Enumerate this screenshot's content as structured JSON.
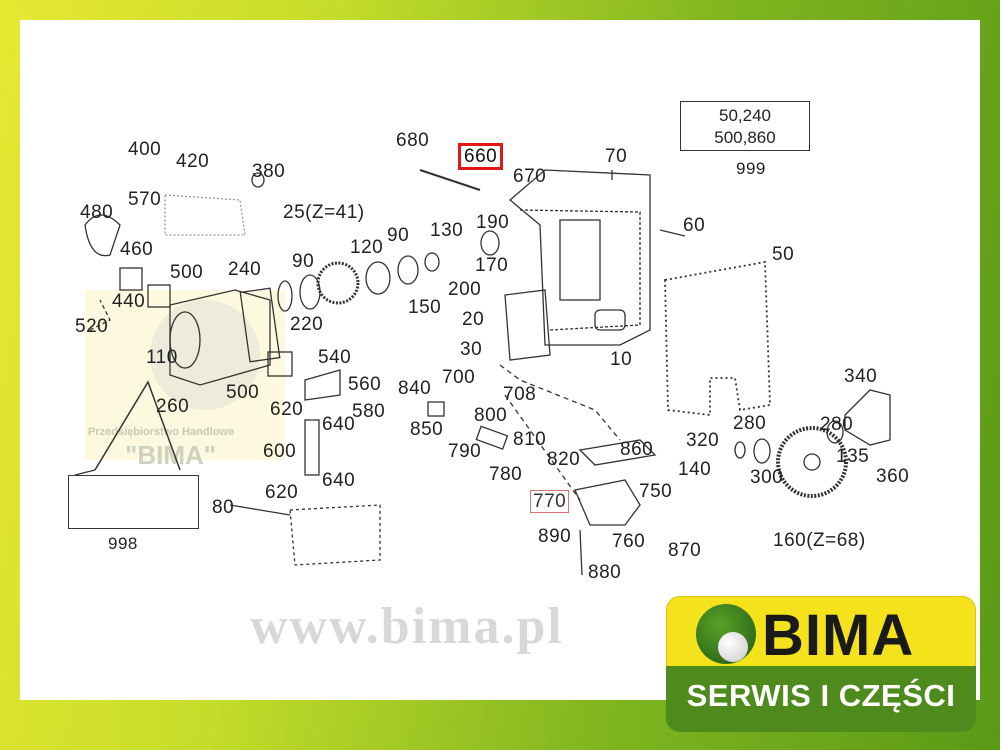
{
  "watermark": {
    "company": "Przedsiębiorstwo Handlowe",
    "name": "\"BIMA\"",
    "url": "www.bima.pl"
  },
  "box_999": {
    "line1": "50,240",
    "line2": "500,860",
    "label": "999"
  },
  "box_998": {
    "label": "998"
  },
  "highlighted_part": "660",
  "labels": [
    "400",
    "420",
    "380",
    "480",
    "570",
    "460",
    "500",
    "240",
    "25(Z=41)",
    "90",
    "120",
    "90",
    "130",
    "190",
    "170",
    "150",
    "200",
    "440",
    "520",
    "220",
    "680",
    "660",
    "670",
    "70",
    "60",
    "50",
    "20",
    "30",
    "10",
    "700",
    "708",
    "540",
    "560",
    "580",
    "500",
    "620",
    "640",
    "110",
    "260",
    "600",
    "620",
    "640",
    "840",
    "850",
    "800",
    "790",
    "810",
    "780",
    "820",
    "860",
    "770",
    "750",
    "890",
    "760",
    "870",
    "880",
    "80",
    "340",
    "280",
    "280",
    "320",
    "140",
    "300",
    "135",
    "360",
    "160(Z=68)"
  ],
  "logo": {
    "name": "BIMA",
    "tagline": "SERWIS I CZĘŚCI"
  },
  "colors": {
    "highlight": "#e01818",
    "brand_green": "#4f8a1c",
    "brand_yellow": "#f3e21c"
  }
}
